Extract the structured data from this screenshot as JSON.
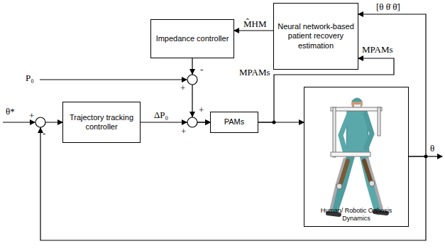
{
  "diagram": {
    "nodes": [
      {
        "text": [
          "Impedance controller"
        ]
      },
      {
        "text": [
          "Neural network-based patient recovery estimation"
        ]
      },
      {
        "text": [
          "Trajectory tracking controller"
        ]
      },
      {
        "text": [
          "PAMs"
        ]
      },
      {
        "text": [
          "Human/ Robotic Orthosis Dynamics"
        ]
      }
    ],
    "edges": [
      {
        "from": 1,
        "to": 0,
        "arrow": "to",
        "label": "M̂HM"
      },
      {
        "from": 0,
        "to": 3,
        "arrow": "to"
      },
      {
        "from": 2,
        "to": 3,
        "arrow": "to",
        "label": "ΔP₀"
      },
      {
        "from": 3,
        "to": 4,
        "arrow": "to",
        "label": "MPAMs"
      },
      {
        "from": 3,
        "to": 1,
        "arrow": "to",
        "label": "MPAMs"
      },
      {
        "from": 4,
        "to": 1,
        "arrow": "to",
        "label": "[θ  θ̇  θ̈]"
      },
      {
        "from": 4,
        "to": 2,
        "arrow": "to"
      }
    ],
    "labels": [
      "θ*",
      "+",
      "-",
      "P₀",
      "+",
      "-",
      "+",
      "+",
      "θ"
    ]
  }
}
